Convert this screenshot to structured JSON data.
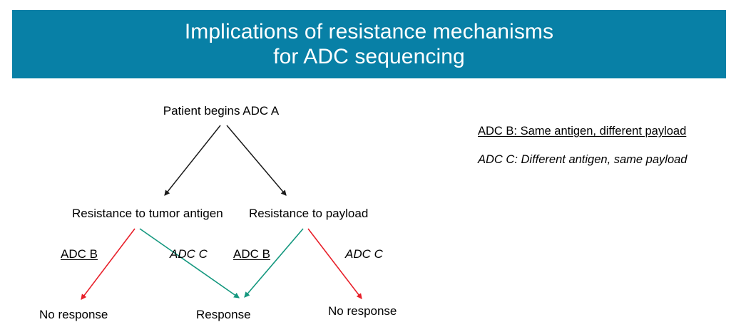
{
  "title": {
    "line1": "Implications of resistance mechanisms",
    "line2": "for ADC sequencing",
    "full": "Implications of resistance mechanisms\nfor ADC sequencing",
    "banner_color": "#0880a6",
    "text_color": "#ffffff"
  },
  "flow": {
    "root": "Patient begins ADC A",
    "branches": [
      {
        "label": "Resistance to tumor antigen"
      },
      {
        "label": "Resistance to payload"
      }
    ],
    "treatment_labels": [
      {
        "text": "ADC B",
        "style": "underlined"
      },
      {
        "text": "ADC C",
        "style": "italic"
      },
      {
        "text": "ADC B",
        "style": "underlined"
      },
      {
        "text": "ADC C",
        "style": "italic"
      }
    ],
    "outcomes": [
      {
        "text": "No response"
      },
      {
        "text": "Response"
      },
      {
        "text": "No response"
      }
    ]
  },
  "legend": {
    "adc_b": "ADC B: Same antigen, different payload",
    "adc_c": "ADC C: Different antigen, same payload"
  },
  "colors": {
    "banner": "#0880a6",
    "arrow_black": "#1a1a1a",
    "arrow_red": "#e8202a",
    "arrow_teal": "#13977e",
    "text": "#000000"
  }
}
